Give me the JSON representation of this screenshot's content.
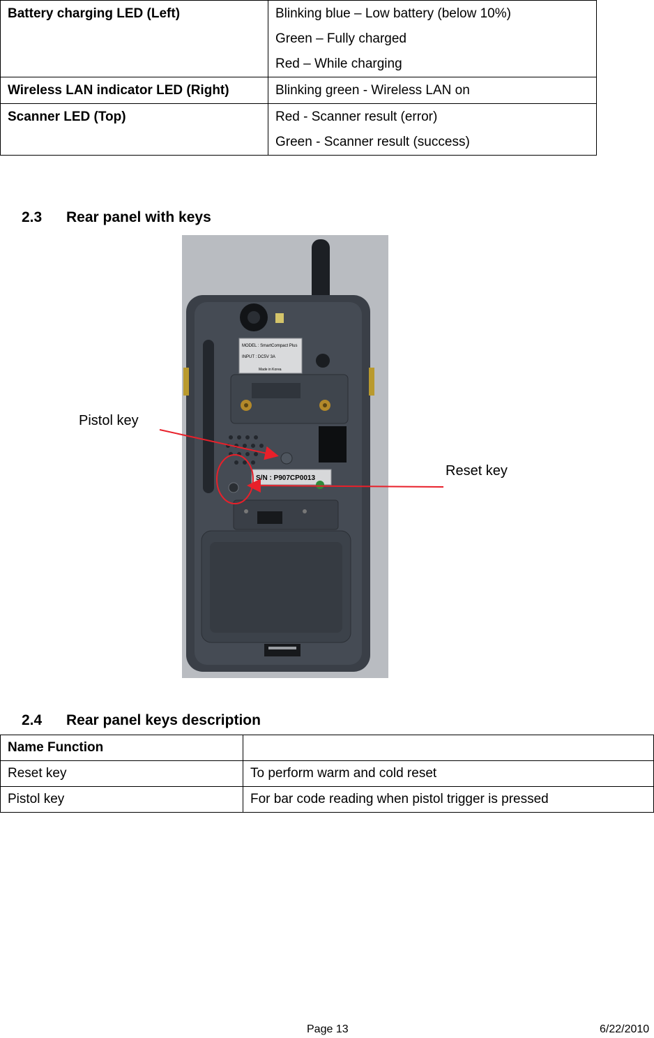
{
  "led_table": [
    {
      "name": "Battery charging LED (Left)",
      "lines": [
        "Blinking blue – Low battery (below 10%)",
        "Green – Fully charged",
        "Red – While charging"
      ]
    },
    {
      "name": "Wireless LAN indicator LED (Right)",
      "lines": [
        "Blinking green - Wireless LAN on"
      ]
    },
    {
      "name": "Scanner LED (Top)",
      "lines": [
        "Red - Scanner result (error)",
        "Green - Scanner result (success)"
      ]
    }
  ],
  "section_23": {
    "number": "2.3",
    "title": "Rear panel with keys"
  },
  "photo": {
    "model_label": "MODEL : SmartCompact Plus",
    "input_label": "INPUT : DC5V 3A",
    "made_in": "Made in Korea",
    "serial_label": "S/N : P907CP0013",
    "callouts": {
      "pistol": "Pistol key",
      "reset": "Reset key"
    }
  },
  "section_24": {
    "number": "2.4",
    "title": "Rear panel keys description"
  },
  "keys_table": {
    "header": [
      "Name Function",
      ""
    ],
    "rows": [
      [
        "Reset key",
        "To perform warm and cold reset"
      ],
      [
        "Pistol key",
        "For bar code reading when pistol trigger is pressed"
      ]
    ]
  },
  "footer": {
    "page": "Page 13",
    "date": "6/22/2010"
  },
  "colors": {
    "callout_line": "#e8202a",
    "device_body": "#3a3f47"
  }
}
